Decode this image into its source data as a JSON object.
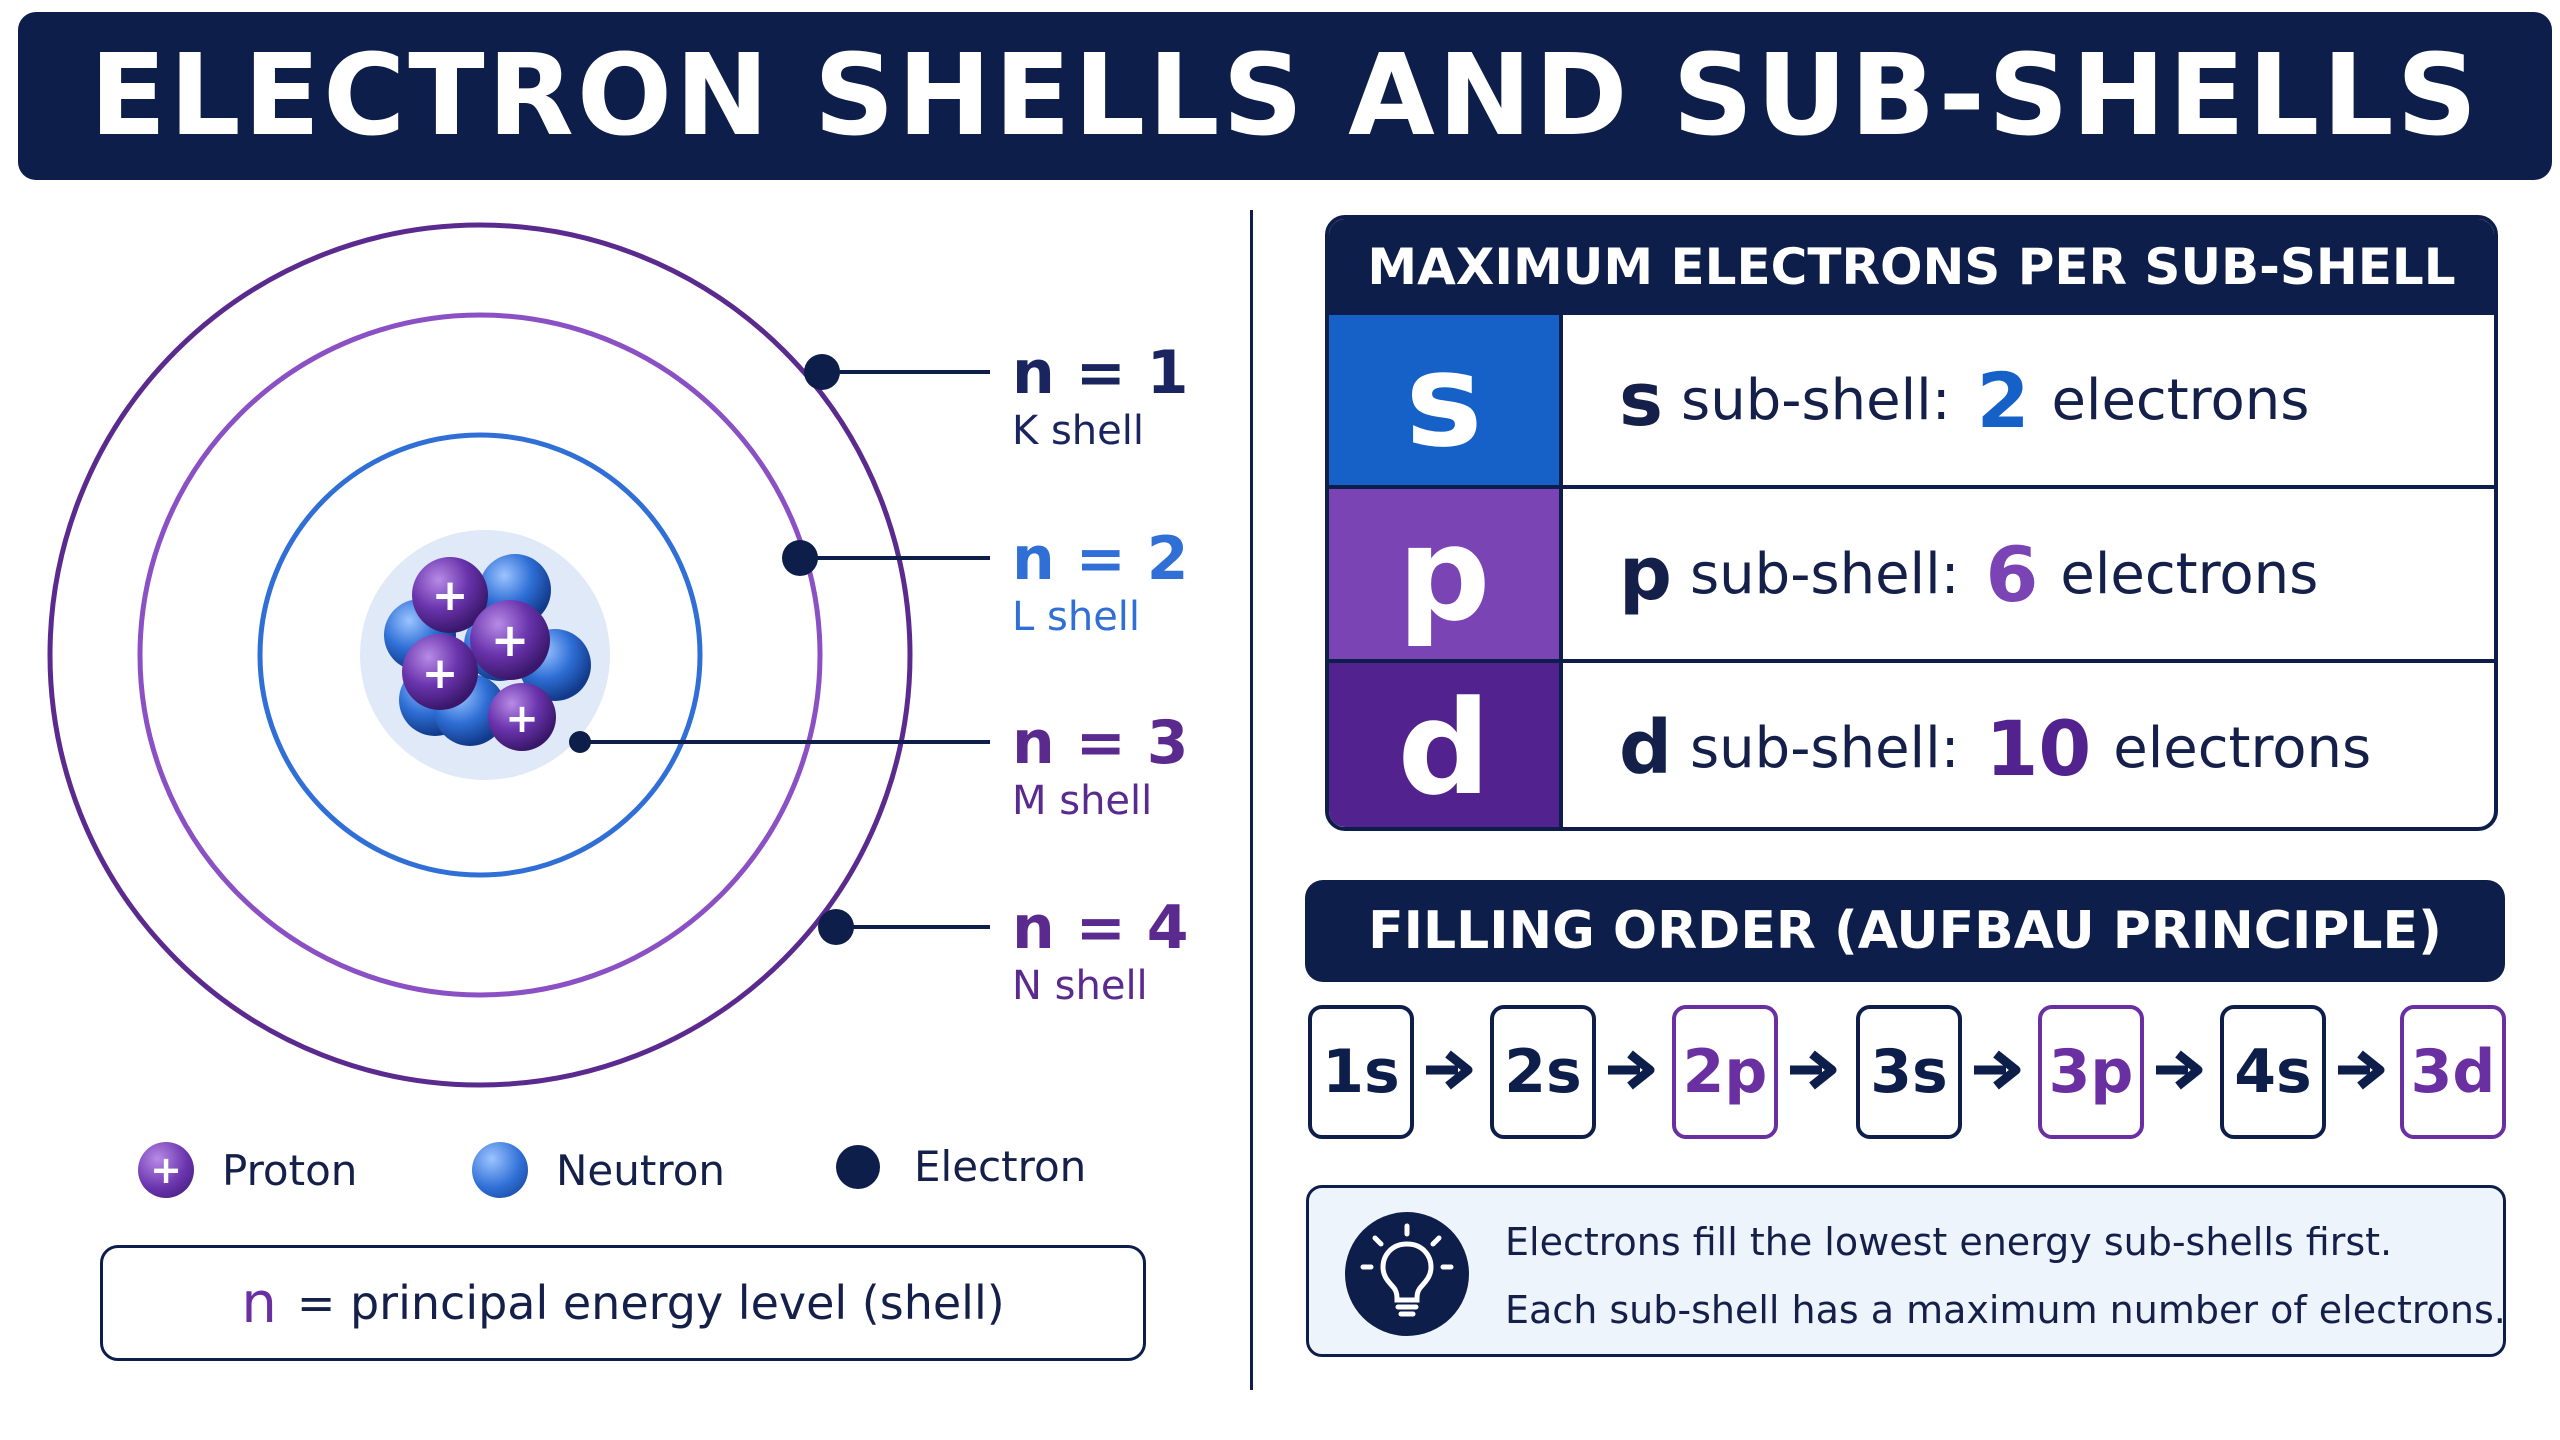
{
  "title": "ELECTRON SHELLS AND SUB-SHELLS",
  "shells": [
    {
      "label": "n = 1",
      "name": "K shell",
      "color": "#1a2560"
    },
    {
      "label": "n = 2",
      "name": "L shell",
      "color": "#2f6fd6"
    },
    {
      "label": "n = 3",
      "name": "M shell",
      "color": "#5b2a8f"
    },
    {
      "label": "n = 4",
      "name": "N shell",
      "color": "#5b2a8f"
    }
  ],
  "legend": {
    "proton": "Proton",
    "neutron": "Neutron",
    "electron": "Electron"
  },
  "proton_symbol": "+",
  "n_definition": {
    "symbol": "n",
    "text": "= principal energy level (shell)"
  },
  "subshell_table": {
    "header": "MAXIMUM ELECTRONS PER SUB-SHELL",
    "rows": [
      {
        "letter": "s",
        "label": "sub-shell:",
        "count": "2",
        "unit": "electrons",
        "color": "#1561c8"
      },
      {
        "letter": "p",
        "label": "sub-shell:",
        "count": "6",
        "unit": "electrons",
        "color": "#7a44b5"
      },
      {
        "letter": "d",
        "label": "sub-shell:",
        "count": "10",
        "unit": "electrons",
        "color": "#52238f"
      }
    ]
  },
  "filling_order": {
    "header": "FILLING ORDER (AUFBAU PRINCIPLE)",
    "orbitals": [
      "1s",
      "2s",
      "2p",
      "3s",
      "3p",
      "4s",
      "3d"
    ]
  },
  "tip": {
    "line1": "Electrons fill the lowest energy sub-shells first.",
    "line2": "Each sub-shell has a maximum number of electrons."
  },
  "colors": {
    "navy": "#0e1e4b",
    "blue": "#2f6fd6",
    "purple": "#6a2fa0",
    "light_purple": "#8a50c4"
  }
}
